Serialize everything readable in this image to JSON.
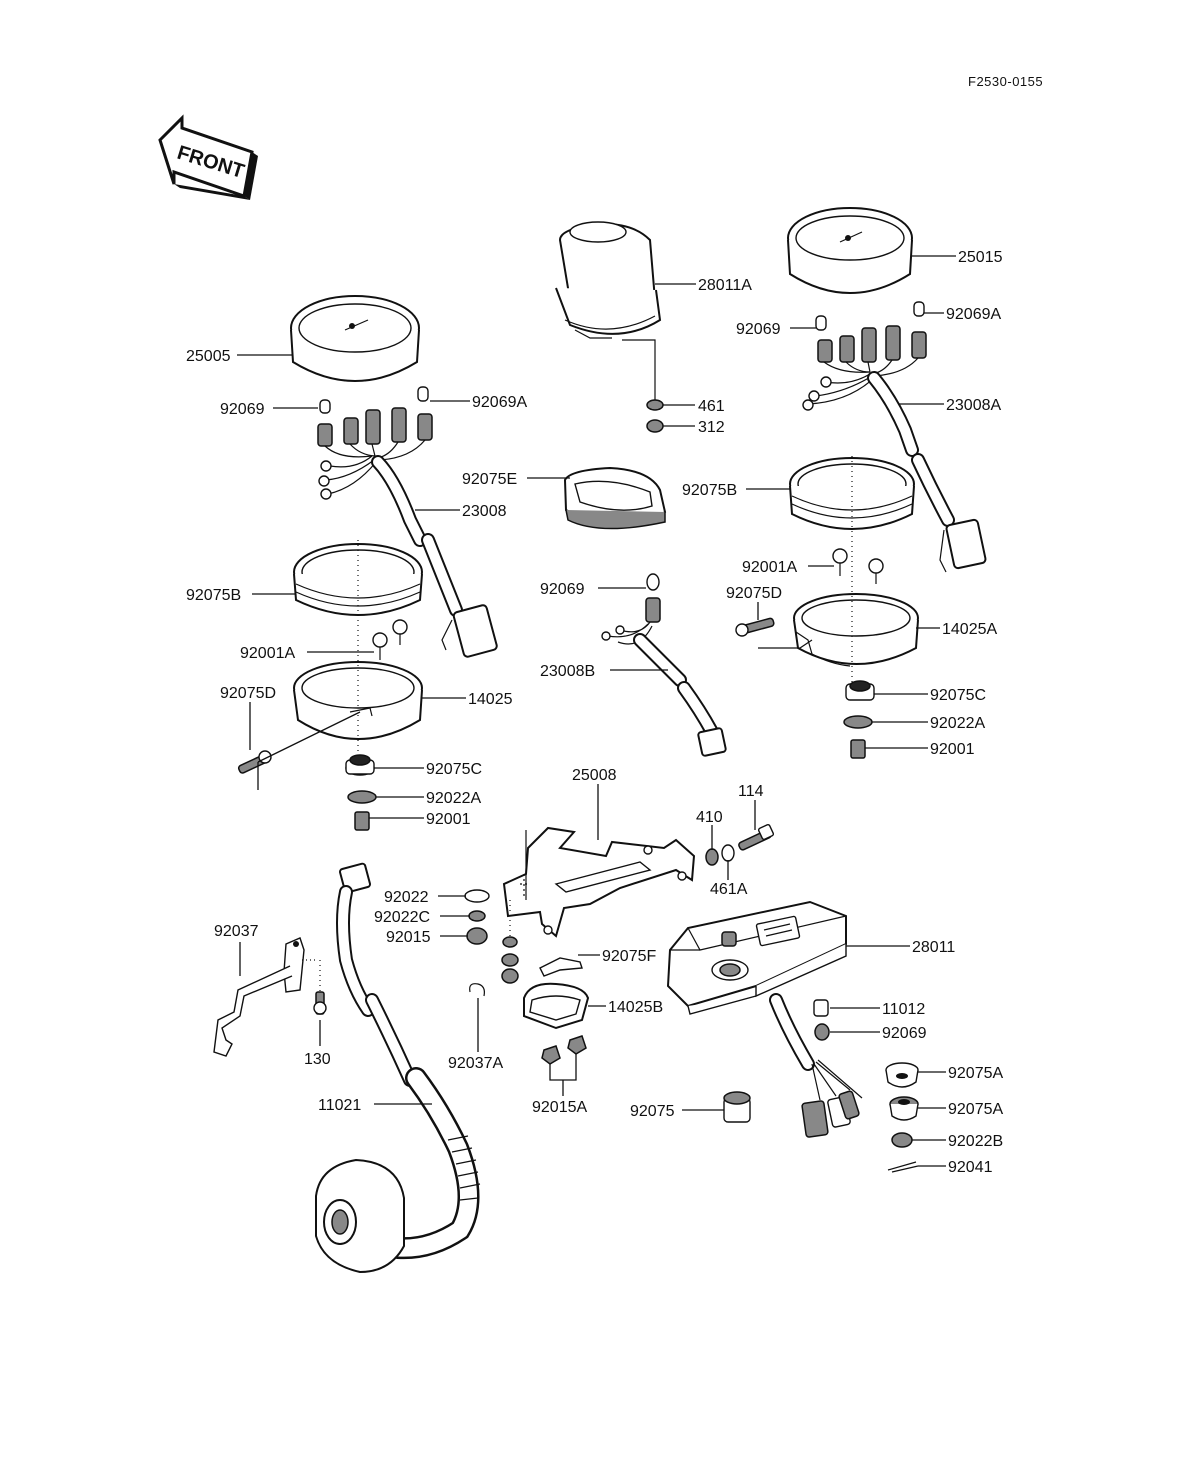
{
  "drawing_code": "F2530-0155",
  "front_label": "FRONT",
  "labels": {
    "p25005": "25005",
    "p92069_l": "92069",
    "p92069A_l": "92069A",
    "p23008": "23008",
    "p92075B_l": "92075B",
    "p92001A_l": "92001A",
    "p92075D_l": "92075D",
    "p14025": "14025",
    "p92075C_l": "92075C",
    "p92022A_l": "92022A",
    "p92001_l": "92001",
    "p28011A": "28011A",
    "p461": "461",
    "p312": "312",
    "p92075E": "92075E",
    "p92069_c": "92069",
    "p23008B": "23008B",
    "p25015": "25015",
    "p92069_r": "92069",
    "p92069A_r": "92069A",
    "p23008A": "23008A",
    "p92075B_r": "92075B",
    "p92001A_r": "92001A",
    "p92075D_r": "92075D",
    "p14025A": "14025A",
    "p92075C_r": "92075C",
    "p92022A_r": "92022A",
    "p92001_r": "92001",
    "p25008": "25008",
    "p114": "114",
    "p410": "410",
    "p461A": "461A",
    "p92022": "92022",
    "p92022C": "92022C",
    "p92015": "92015",
    "p92075F": "92075F",
    "p14025B": "14025B",
    "p92037A": "92037A",
    "p92015A": "92015A",
    "p92037": "92037",
    "p130": "130",
    "p11021": "11021",
    "p28011": "28011",
    "p11012": "11012",
    "p92069_b": "92069",
    "p92075A_1": "92075A",
    "p92075A_2": "92075A",
    "p92075": "92075",
    "p92022B": "92022B",
    "p92041": "92041"
  }
}
